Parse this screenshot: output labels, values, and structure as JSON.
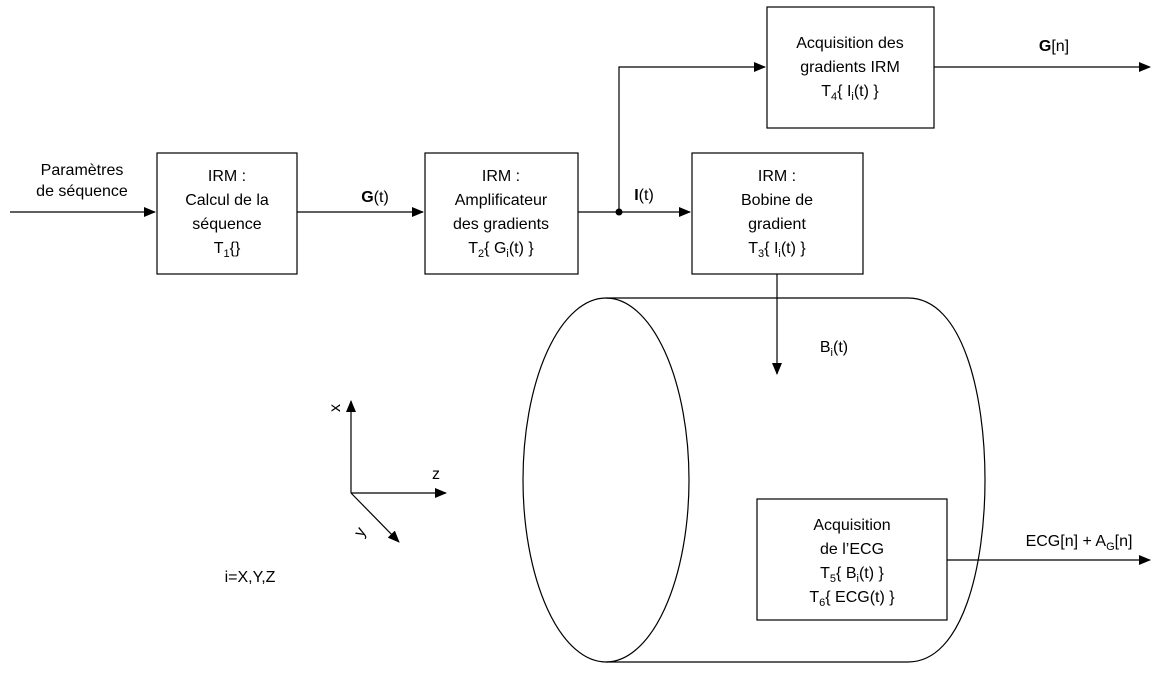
{
  "inputs": {
    "sequence_params": [
      "Paramètres",
      "de séquence"
    ]
  },
  "blocks": {
    "calc": {
      "lines": [
        "IRM :",
        "Calcul de la",
        "séquence"
      ],
      "transfer": {
        "T": "T",
        "sub": "1",
        "rest": "{}"
      }
    },
    "amp": {
      "lines": [
        "IRM :",
        "Amplificateur",
        "des gradients"
      ],
      "transfer": {
        "T": "T",
        "sub": "2",
        "rest": "{ G",
        "sub2": "i",
        "rest2": "(t) }"
      }
    },
    "coil": {
      "lines": [
        "IRM :",
        "Bobine de",
        "gradient"
      ],
      "transfer": {
        "T": "T",
        "sub": "3",
        "rest": "{ I",
        "sub2": "i",
        "rest2": "(t) }"
      }
    },
    "acq_grad": {
      "lines": [
        "Acquisition des",
        "gradients IRM"
      ],
      "transfer": {
        "T": "T",
        "sub": "4",
        "rest": "{ I",
        "sub2": "i",
        "rest2": "(t) }"
      }
    },
    "acq_ecg": {
      "lines": [
        "Acquisition",
        "de l’ECG"
      ],
      "t5": {
        "T": "T",
        "sub": "5",
        "rest": "{ B",
        "sub2": "i",
        "rest2": "(t) }"
      },
      "t6": {
        "T": "T",
        "sub": "6",
        "rest": "{ ECG(t) }"
      }
    }
  },
  "signals": {
    "G_t": {
      "bold": "G",
      "rest": "(t)"
    },
    "I_t": {
      "bold": "I",
      "rest": "(t)"
    },
    "G_n": {
      "bold": "G",
      "rest": "[n]"
    },
    "B_t": {
      "main": "B",
      "sub": "i",
      "rest": "(t)"
    },
    "ecg_out": {
      "a": "ECG[n] + A",
      "sub": "G",
      "b": "[n]"
    }
  },
  "axes": {
    "x": "x",
    "y": "y",
    "z": "z"
  },
  "index_note": "i=X,Y,Z"
}
